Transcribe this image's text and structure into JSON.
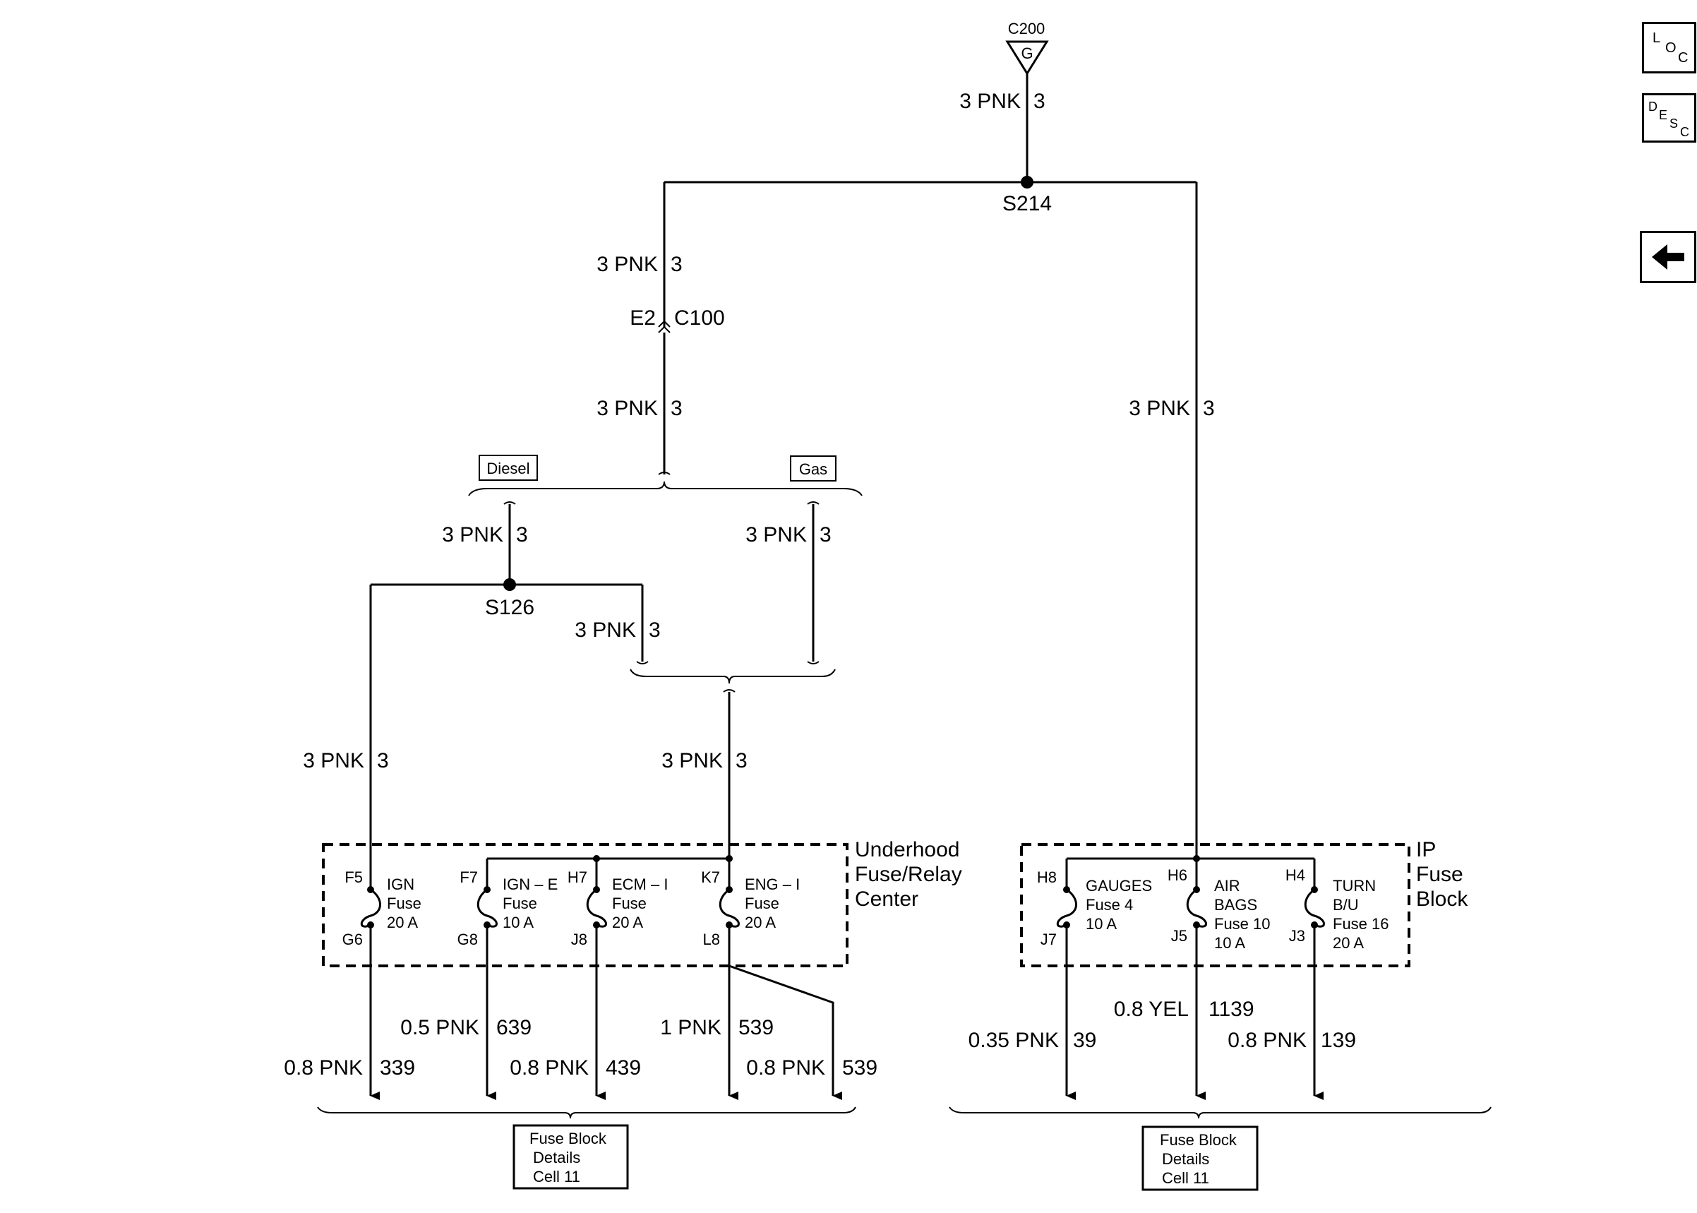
{
  "ground": {
    "connector": "C200",
    "symbol": "G"
  },
  "wires": {
    "top": {
      "gauge_color": "3 PNK",
      "circuit": "3"
    },
    "left_upper": {
      "gauge_color": "3 PNK",
      "circuit": "3"
    },
    "left_lower": {
      "gauge_color": "3 PNK",
      "circuit": "3"
    },
    "right": {
      "gauge_color": "3 PNK",
      "circuit": "3"
    },
    "diesel": {
      "gauge_color": "3 PNK",
      "circuit": "3"
    },
    "gas": {
      "gauge_color": "3 PNK",
      "circuit": "3"
    },
    "s126_right": {
      "gauge_color": "3 PNK",
      "circuit": "3"
    },
    "s126_left": {
      "gauge_color": "3 PNK",
      "circuit": "3"
    },
    "merge": {
      "gauge_color": "3 PNK",
      "circuit": "3"
    }
  },
  "splices": {
    "s214": "S214",
    "s126": "S126"
  },
  "connector_c100": {
    "pin": "E2",
    "name": "C100"
  },
  "options": {
    "diesel": "Diesel",
    "gas": "Gas"
  },
  "underhood": {
    "title_lines": [
      "Underhood",
      "Fuse/Relay",
      "Center"
    ],
    "fuses": [
      {
        "in_pin": "F5",
        "out_pin": "G6",
        "lines": [
          "IGN",
          "Fuse",
          "20 A"
        ]
      },
      {
        "in_pin": "F7",
        "out_pin": "G8",
        "lines": [
          "IGN – E",
          "Fuse",
          "10 A"
        ]
      },
      {
        "in_pin": "H7",
        "out_pin": "J8",
        "lines": [
          "ECM – I",
          "Fuse",
          "20 A"
        ]
      },
      {
        "in_pin": "K7",
        "out_pin": "L8",
        "lines": [
          "ENG – I",
          "Fuse",
          "20 A"
        ]
      }
    ],
    "outputs": [
      {
        "gauge_color": "0.8 PNK",
        "circuit": "339"
      },
      {
        "gauge_color": "0.5 PNK",
        "circuit": "639"
      },
      {
        "gauge_color": "0.8 PNK",
        "circuit": "439"
      },
      {
        "gauge_color": "1 PNK",
        "circuit": "539"
      },
      {
        "gauge_color": "0.8 PNK",
        "circuit": "539"
      }
    ]
  },
  "ip_block": {
    "title_lines": [
      "IP",
      "Fuse",
      "Block"
    ],
    "fuses": [
      {
        "in_pin": "H8",
        "out_pin": "J7",
        "lines": [
          "GAUGES",
          "Fuse 4",
          "10 A"
        ]
      },
      {
        "in_pin": "H6",
        "out_pin": "J5",
        "lines": [
          "AIR",
          "BAGS",
          "Fuse 10",
          "10 A"
        ]
      },
      {
        "in_pin": "H4",
        "out_pin": "J3",
        "lines": [
          "TURN",
          "B/U",
          "Fuse 16",
          "20 A"
        ]
      }
    ],
    "outputs": [
      {
        "gauge_color": "0.35 PNK",
        "circuit": "39"
      },
      {
        "gauge_color": "0.8 YEL",
        "circuit": "1139"
      },
      {
        "gauge_color": "0.8 PNK",
        "circuit": "139"
      }
    ]
  },
  "refs": {
    "left": [
      "Fuse Block",
      "Details",
      "Cell 11"
    ],
    "right": [
      "Fuse Block",
      "Details",
      "Cell 11"
    ]
  },
  "nav": {
    "loc_icon": "loc-icon",
    "desc_icon": "desc-icon",
    "back_icon": "back-arrow-icon"
  }
}
